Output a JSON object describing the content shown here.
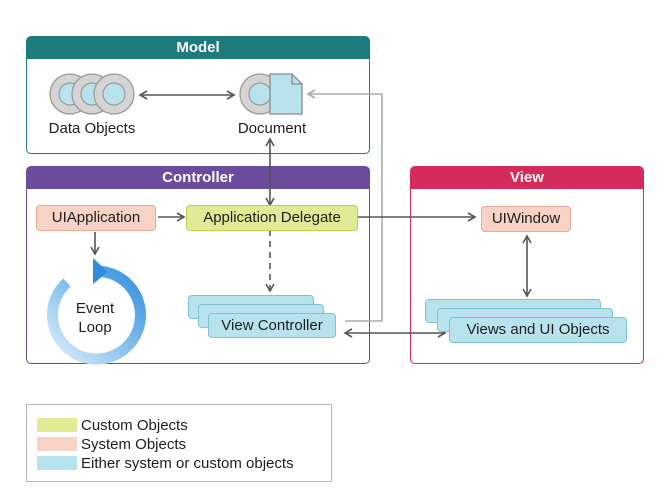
{
  "model": {
    "title": "Model",
    "data_objects": "Data Objects",
    "document": "Document"
  },
  "controller": {
    "title": "Controller",
    "ui_application": "UIApplication",
    "application_delegate": "Application Delegate",
    "event_loop_line1": "Event",
    "event_loop_line2": "Loop",
    "view_controller": "View Controller"
  },
  "view": {
    "title": "View",
    "ui_window": "UIWindow",
    "views_ui_objects": "Views and UI Objects"
  },
  "legend": [
    {
      "label": "Custom Objects",
      "color": "#e1ea95"
    },
    {
      "label": "System Objects",
      "color": "#f7d3c6"
    },
    {
      "label": "Either system or custom objects",
      "color": "#b9e3ec"
    }
  ],
  "colors": {
    "model": "#1c7c7d",
    "controller": "#6a4b9c",
    "view": "#d52b5b"
  }
}
